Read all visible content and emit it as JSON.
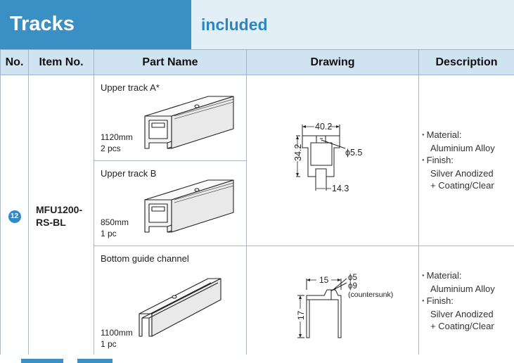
{
  "header": {
    "title": "Tracks",
    "subtitle": "included"
  },
  "table": {
    "columns": [
      "No.",
      "Item No.",
      "Part Name",
      "Drawing",
      "Description"
    ],
    "row": {
      "number": "12",
      "item_no_line1": "MFU1200-",
      "item_no_line2": "RS-BL",
      "parts": [
        {
          "name": "Upper track A*",
          "length": "1120mm",
          "qty": "2 pcs"
        },
        {
          "name": "Upper track B",
          "length": "850mm",
          "qty": "1 pc"
        },
        {
          "name": "Bottom guide channel",
          "length": "1100mm",
          "qty": "1 pc"
        }
      ],
      "drawing_upper": {
        "width": "40.2",
        "height": "34.2",
        "hole": "ϕ5.5",
        "slot": "14.3"
      },
      "drawing_bottom": {
        "width": "15",
        "height": "17",
        "hole1": "ϕ5",
        "hole2": "ϕ9",
        "note": "(countersunk)"
      },
      "description_upper": [
        "Material:",
        "Aluminium Alloy",
        "Finish:",
        "Silver Anodized",
        "+ Coating/Clear"
      ],
      "description_bottom": [
        "Material:",
        "Aluminium Alloy",
        "Finish:",
        "Silver Anodized",
        "+ Coating/Clear"
      ]
    }
  },
  "colors": {
    "header_blue": "#3a8fc5",
    "header_light": "#e2eff7",
    "column_header": "#cfe3f1",
    "badge": "#2f8bc7"
  }
}
